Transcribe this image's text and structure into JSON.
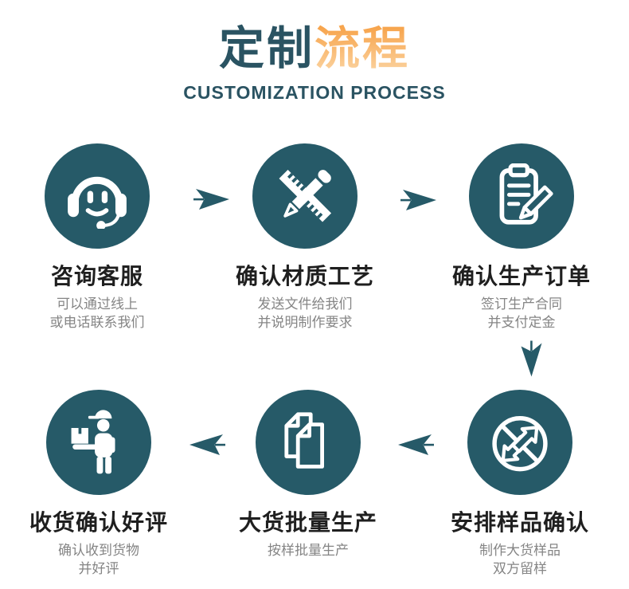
{
  "header": {
    "title_part1": "定制",
    "title_part2": "流程",
    "subtitle": "CUSTOMIZATION PROCESS"
  },
  "colors": {
    "circle_teal": "#265a68",
    "title_teal": "#2a5362",
    "title_orange_top": "#f7a54e",
    "title_orange_bottom": "#fbd29e",
    "arrow_teal": "#265a68",
    "label_black": "#1f1f1f",
    "desc_gray": "#858585",
    "icon_white": "#ffffff"
  },
  "steps": [
    {
      "label": "咨询客服",
      "desc_line1": "可以通过线上",
      "desc_line2": "或电话联系我们",
      "icon": "headset-agent-icon"
    },
    {
      "label": "确认材质工艺",
      "desc_line1": "发送文件给我们",
      "desc_line2": "并说明制作要求",
      "icon": "ruler-pencil-icon"
    },
    {
      "label": "确认生产订单",
      "desc_line1": "签订生产合同",
      "desc_line2": "并支付定金",
      "icon": "clipboard-pen-icon"
    },
    {
      "label": "安排样品确认",
      "desc_line1": "制作大货样品",
      "desc_line2": "双方留样",
      "icon": "sample-exchange-icon"
    },
    {
      "label": "大货批量生产",
      "desc_line1": "按样批量生产",
      "desc_line2": "",
      "icon": "documents-icon"
    },
    {
      "label": "收货确认好评",
      "desc_line1": "确认收到货物",
      "desc_line2": "并好评",
      "icon": "delivery-person-icon"
    }
  ],
  "arrows": [
    {
      "name": "flow-arrow-1",
      "direction": "right"
    },
    {
      "name": "flow-arrow-2",
      "direction": "right"
    },
    {
      "name": "flow-arrow-3",
      "direction": "down"
    },
    {
      "name": "flow-arrow-4",
      "direction": "left"
    },
    {
      "name": "flow-arrow-5",
      "direction": "left"
    }
  ]
}
